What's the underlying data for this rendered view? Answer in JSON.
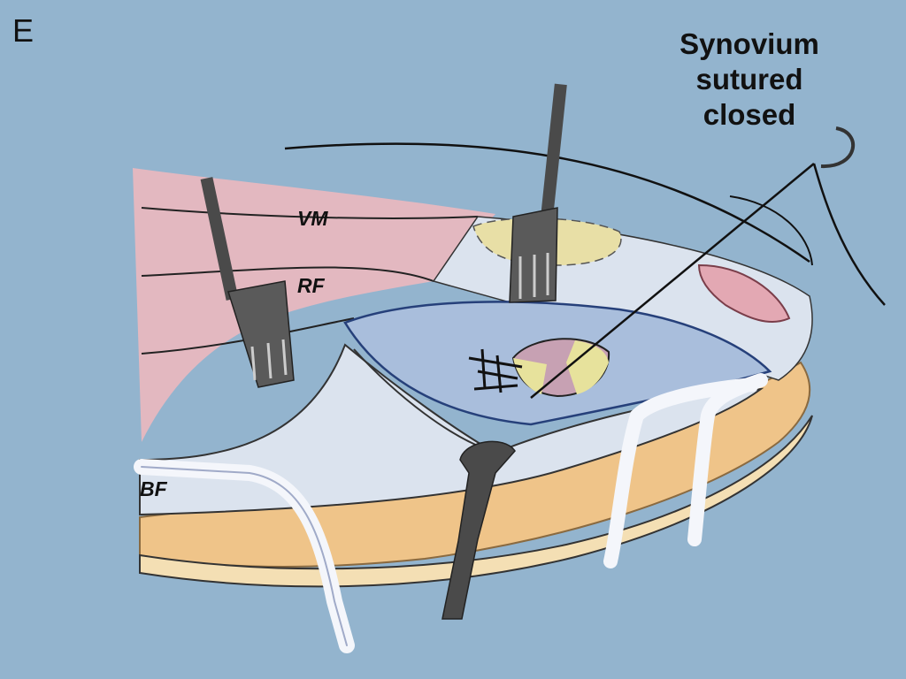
{
  "panel_letter": "E",
  "callout": {
    "lines": [
      "Synovium",
      "sutured",
      "closed"
    ]
  },
  "tissue_labels": {
    "vm": "VM",
    "rf": "RF",
    "bf": "BF"
  },
  "colors": {
    "background": "#93b4ce",
    "muscle": "#e3b8c0",
    "skin": "#dbe3ee",
    "synovium": "#a9bedc",
    "fat": "#efc489",
    "patella_pink": "#c7a1b3",
    "patella_yellow": "#e7e29c",
    "instrument": "#4a4a4a"
  }
}
